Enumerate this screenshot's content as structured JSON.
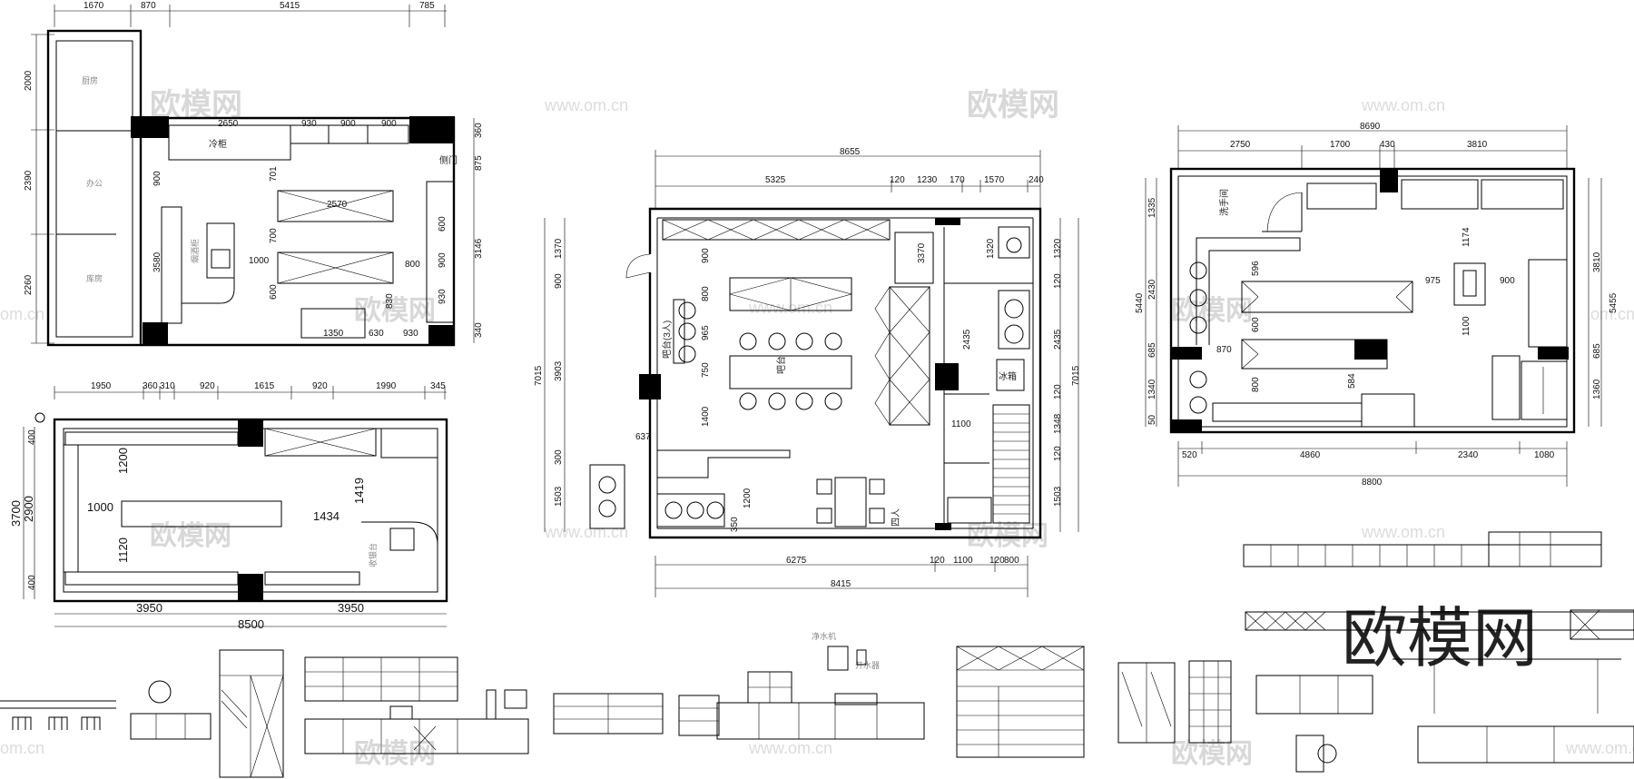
{
  "watermark": {
    "brand": "欧模网",
    "url": "www.om.cn",
    "url_edge": "om.cn"
  },
  "plan1": {
    "top_dims": [
      "1670",
      "870",
      "5415",
      "785"
    ],
    "left_dims": [
      "2000",
      "2390",
      "2260"
    ],
    "inner_top": [
      "2650",
      "930",
      "900",
      "900"
    ],
    "right_small": [
      "360",
      "875",
      "3146",
      "340"
    ],
    "inner": [
      "2570",
      "900",
      "701",
      "700",
      "600",
      "1000",
      "3580",
      "800",
      "830",
      "1350",
      "630",
      "930",
      "600",
      "900",
      "930"
    ],
    "labels": {
      "side_door": "侧门",
      "cold": "冷柜",
      "wine": "烟酒柜",
      "kitchen": "厨房",
      "office": "办公",
      "office2": "库房"
    }
  },
  "plan2": {
    "top_dims": [
      "1950",
      "360",
      "310",
      "920",
      "1615",
      "920",
      "1990",
      "345"
    ],
    "left_dims": [
      "400",
      "3700",
      "2900",
      "400"
    ],
    "inner": [
      "1200",
      "1000",
      "1120",
      "1419",
      "1434"
    ],
    "bottom_dims": [
      "3950",
      "3950",
      "8500"
    ],
    "labels": {
      "cashier": "收银台"
    }
  },
  "plan3": {
    "top_total": "8655",
    "top_dims": [
      "5325",
      "120",
      "1230",
      "170",
      "1570",
      "240"
    ],
    "left_outer": "7015",
    "left_dims": [
      "1370",
      "900",
      "3903",
      "300",
      "1503"
    ],
    "right_dims": [
      "1320",
      "120",
      "2435",
      "120",
      "1348",
      "120",
      "1503"
    ],
    "right_outer": "7015",
    "inner": [
      "900",
      "800",
      "965",
      "750",
      "1400",
      "637",
      "1200",
      "350",
      "1320",
      "2435",
      "1100",
      "3370"
    ],
    "bottom_dims": [
      "6275",
      "120",
      "1100",
      "120",
      "800"
    ],
    "bottom_total": "8415",
    "labels": {
      "bar": "吧台(3人)",
      "fridge": "冰箱",
      "seat": "吧台",
      "four": "四人"
    }
  },
  "plan4": {
    "top_total": "8690",
    "top_dims": [
      "2750",
      "1700",
      "430",
      "3810"
    ],
    "left_dims": [
      "1335",
      "2430",
      "685",
      "1340",
      "50"
    ],
    "left_outer": "5440",
    "right_dims": [
      "3810",
      "685",
      "1360"
    ],
    "right_outer": "5455",
    "inner": [
      "1174",
      "975",
      "900",
      "1100",
      "596",
      "600",
      "870",
      "800",
      "584"
    ],
    "bottom_dims": [
      "520",
      "4860",
      "2340",
      "1080"
    ],
    "bottom_total": "8800",
    "labels": {
      "wash": "洗手间"
    }
  },
  "details": {
    "purifier": "净水机",
    "water": "开水器"
  }
}
